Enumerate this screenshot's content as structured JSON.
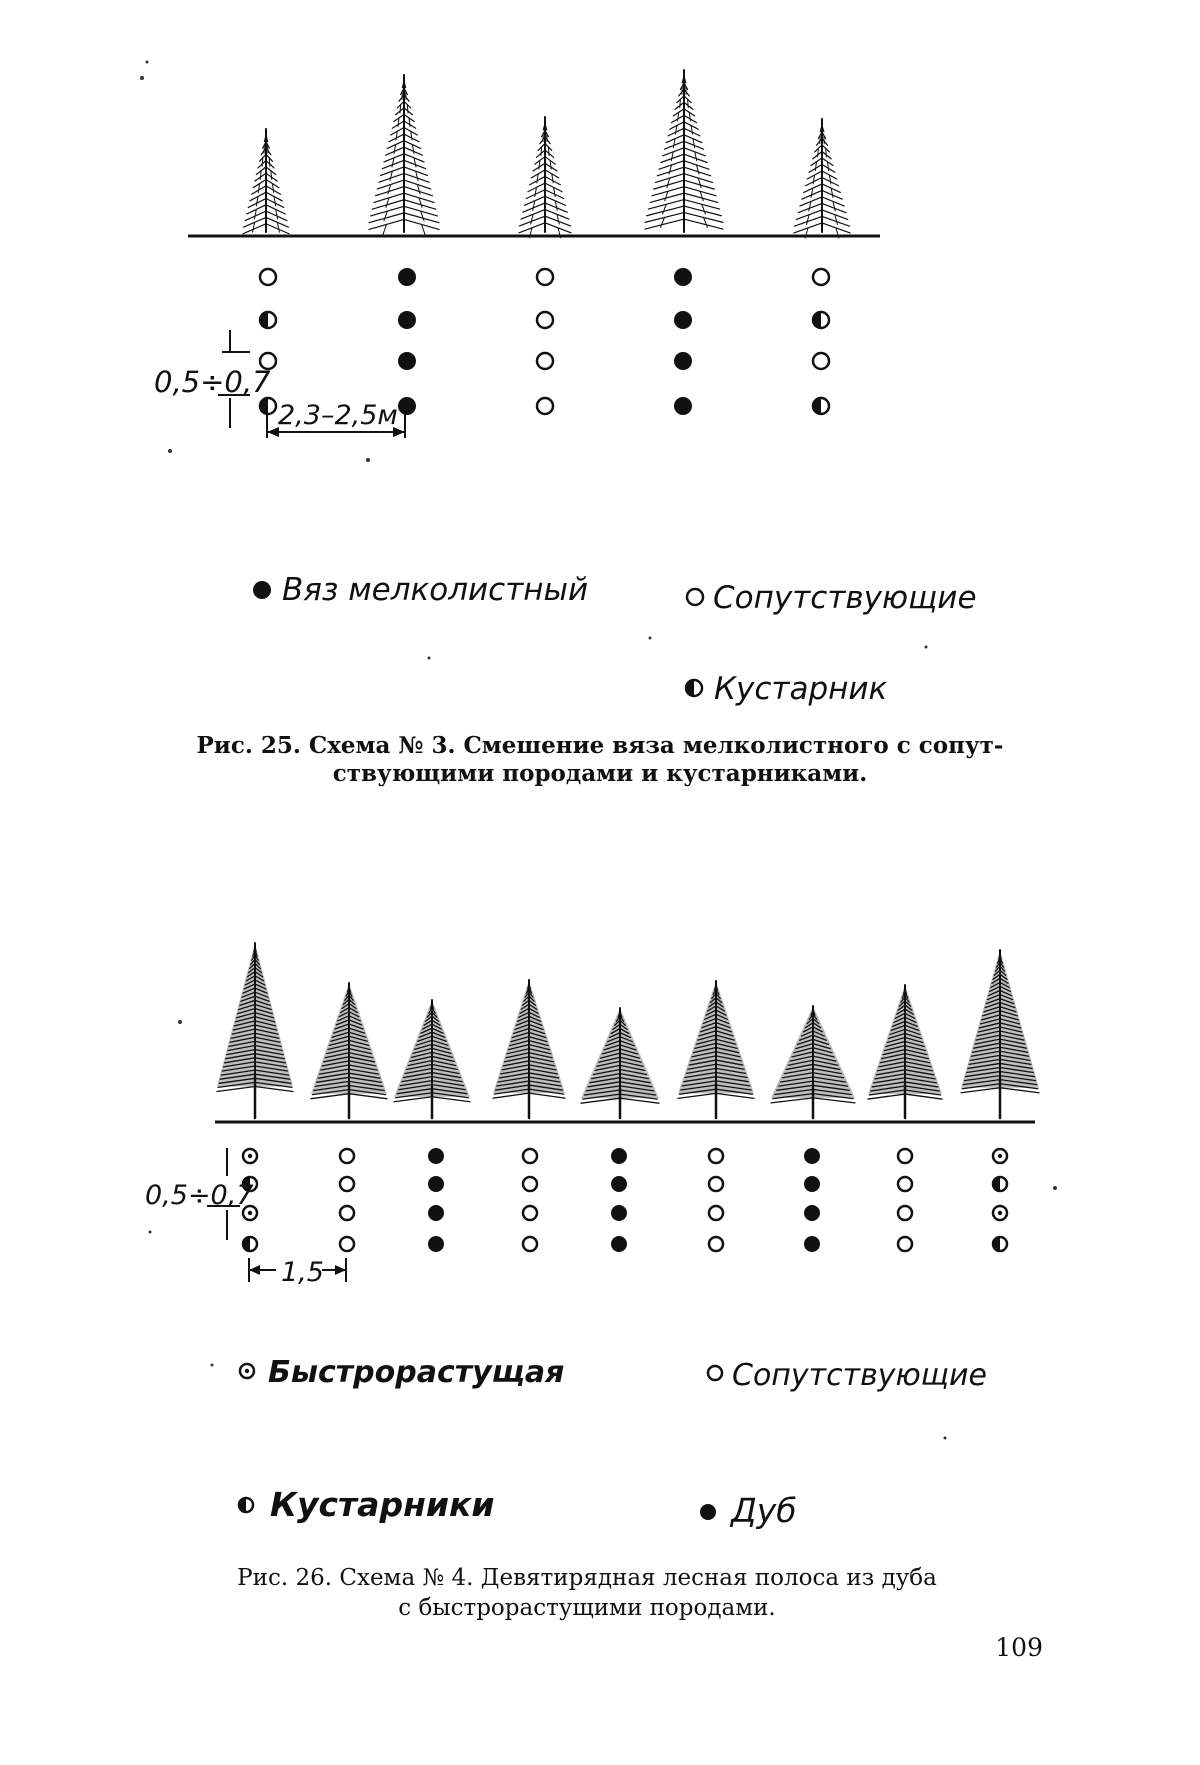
{
  "figure25": {
    "dim_row_spacing": "0,5÷0,7",
    "dim_col_spacing": "2,3–2,5м",
    "column_types": [
      [
        "open",
        "half",
        "open",
        "half"
      ],
      [
        "filled",
        "filled",
        "filled",
        "filled"
      ],
      [
        "open",
        "open",
        "open",
        "open"
      ],
      [
        "filled",
        "filled",
        "filled",
        "filled"
      ],
      [
        "open",
        "half",
        "open",
        "half"
      ]
    ],
    "legend": {
      "elm": "Вяз мелколистный",
      "companion": "Сопутствующие",
      "shrub": "Кустарник"
    },
    "caption_line1": "Рис. 25. Схема № 3. Смешение вяза мелколистного с сопут-",
    "caption_line2": "ствующими породами и кустарниками."
  },
  "figure26": {
    "dim_row_spacing": "0,5÷0,7",
    "dim_col_spacing": "1,5",
    "column_types": [
      [
        "dot",
        "half",
        "dot",
        "half"
      ],
      [
        "open",
        "open",
        "open",
        "open"
      ],
      [
        "filled",
        "filled",
        "filled",
        "filled"
      ],
      [
        "open",
        "open",
        "open",
        "open"
      ],
      [
        "filled",
        "filled",
        "filled",
        "filled"
      ],
      [
        "open",
        "open",
        "open",
        "open"
      ],
      [
        "filled",
        "filled",
        "filled",
        "filled"
      ],
      [
        "open",
        "open",
        "open",
        "open"
      ],
      [
        "dot",
        "half",
        "dot",
        "half"
      ]
    ],
    "legend": {
      "fast": "Быстрорастущая",
      "companion": "Сопутствующие",
      "shrubs": "Кустарники",
      "oak": "Дуб"
    },
    "caption_line1": "Рис. 26. Схема № 4. Девятирядная лесная полоса из дуба",
    "caption_line2": "с быстрорастущими породами."
  },
  "page_number": "109"
}
